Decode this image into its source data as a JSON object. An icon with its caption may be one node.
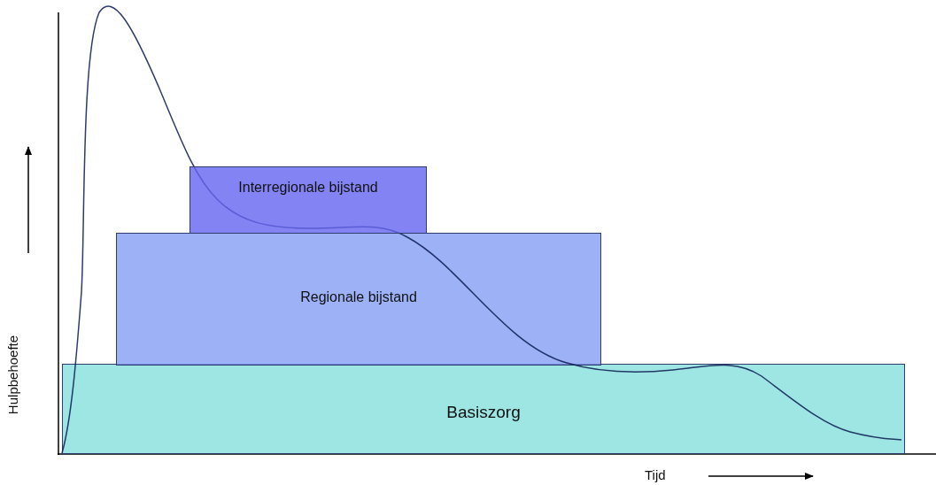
{
  "diagram": {
    "nodes": [
      {
        "text": [
          "Interregionale bijstand"
        ]
      },
      {
        "text": [
          "Regionale bijstand"
        ]
      },
      {
        "text": [
          "Basiszorg"
        ]
      }
    ],
    "labels": [
      "Hulpbehoefte",
      "Tijd"
    ]
  }
}
